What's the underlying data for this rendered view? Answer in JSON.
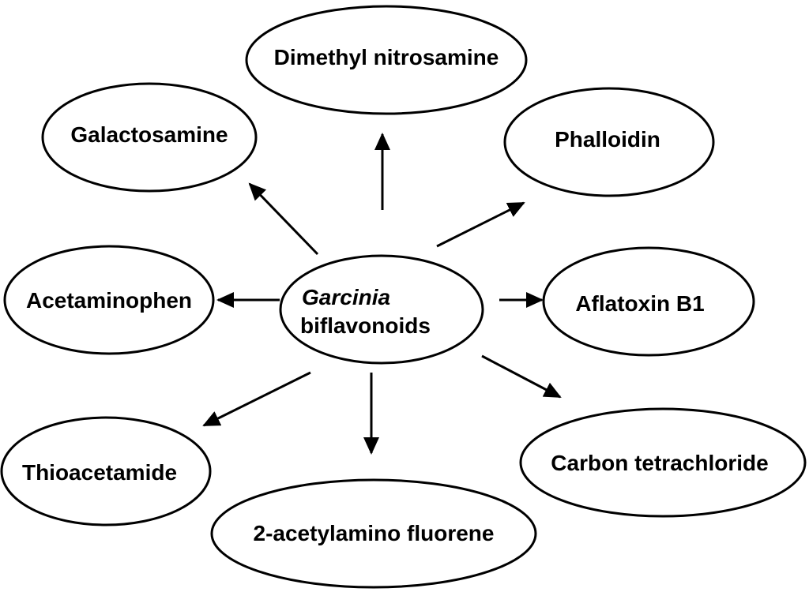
{
  "center": {
    "line1": "Garcinia",
    "line2": "biflavonoids"
  },
  "nodes": {
    "dimethyl_nitrosamine": "Dimethyl nitrosamine",
    "galactosamine": "Galactosamine",
    "phalloidin": "Phalloidin",
    "acetaminophen": "Acetaminophen",
    "aflatoxin_b1": "Aflatoxin B1",
    "thioacetamide": "Thioacetamide",
    "carbon_tetrachloride": "Carbon tetrachloride",
    "acetylamino_fluorene": "2-acetylamino fluorene"
  },
  "colors": {
    "stroke": "#000000",
    "background": "#ffffff"
  }
}
